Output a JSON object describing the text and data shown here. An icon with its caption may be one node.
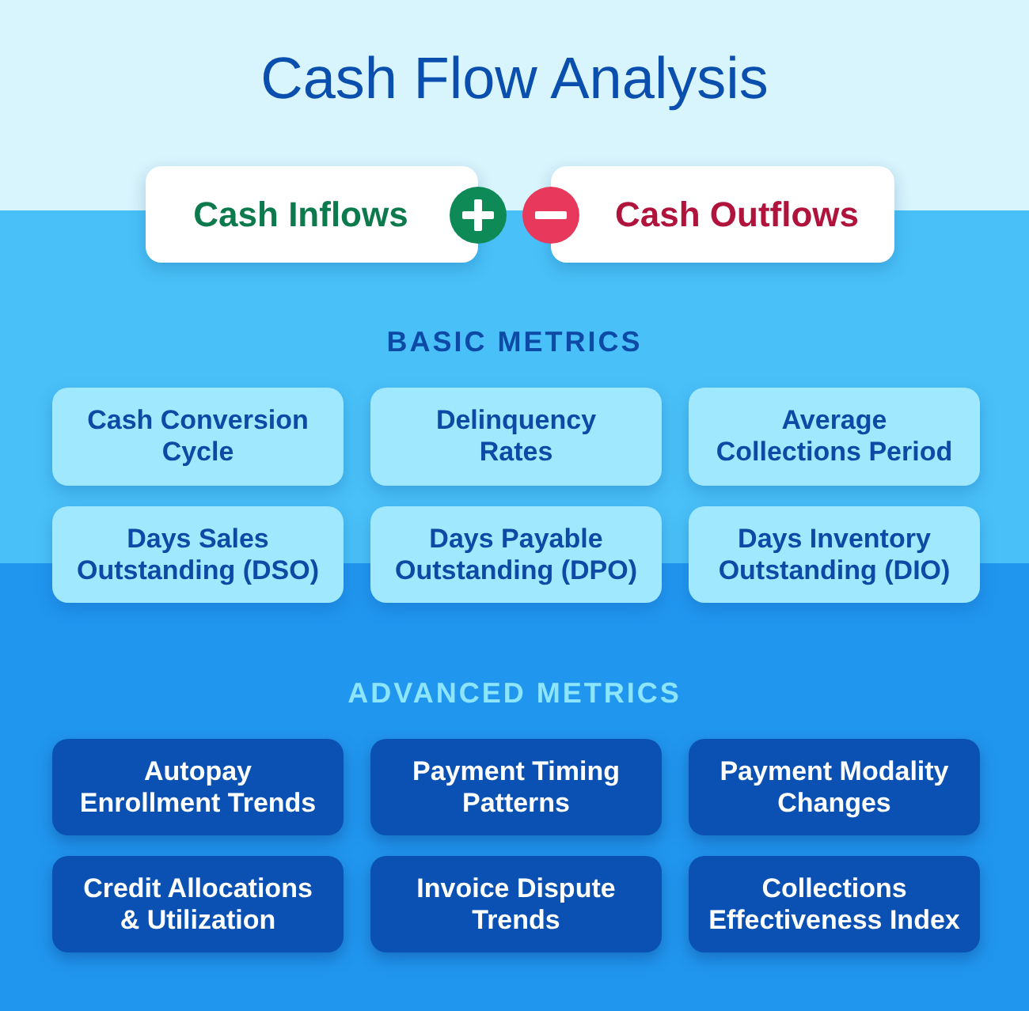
{
  "diagram": {
    "title": "Cash Flow Analysis",
    "nodes": [
      {
        "text": [
          "Cash Inflows"
        ]
      },
      {
        "text": [
          "Cash Outflows"
        ]
      },
      {
        "text": [
          "Cash Conversion Cycle"
        ]
      },
      {
        "text": [
          "Delinquency Rates"
        ]
      },
      {
        "text": [
          "Average Collections Period"
        ]
      },
      {
        "text": [
          "Days Sales Outstanding (DSO)"
        ]
      },
      {
        "text": [
          "Days Payable Outstanding (DPO)"
        ]
      },
      {
        "text": [
          "Days Inventory Outstanding (DIO)"
        ]
      },
      {
        "text": [
          "Autopay Enrollment Trends"
        ]
      },
      {
        "text": [
          "Payment Timing Patterns"
        ]
      },
      {
        "text": [
          "Payment Modality Changes"
        ]
      },
      {
        "text": [
          "Credit Allocations & Utilization"
        ]
      },
      {
        "text": [
          "Invoice Dispute Trends"
        ]
      },
      {
        "text": [
          "Collections Effectiveness Index"
        ]
      }
    ],
    "labels": [
      "BASIC METRICS",
      "ADVANCED METRICS"
    ]
  }
}
